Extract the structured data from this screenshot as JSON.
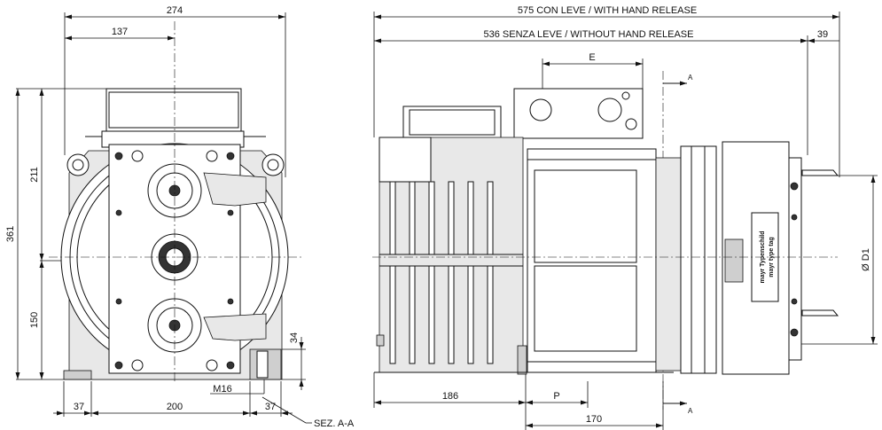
{
  "dimensions": {
    "front_width": "274",
    "front_half_width": "137",
    "front_height": "361",
    "upper_height": "211",
    "lower_height": "150",
    "foot_height": "34",
    "bolt_thread": "M16",
    "foot_left": "37",
    "foot_spacing": "200",
    "foot_right": "37",
    "length_with_release": "575 CON LEVE / WITH HAND RELEASE",
    "length_without_release": "536 SENZA LEVE / WITHOUT HAND RELEASE",
    "lever_extension": "39",
    "dim_e": "E",
    "dim_p": "P",
    "side_base": "186",
    "base_length": "170",
    "brake_diameter": "Ø D1"
  },
  "labels": {
    "section_ref": "SEZ. A-A",
    "section_mark_top": "A",
    "section_mark_bottom": "A",
    "type_tag_line1": "mayr Typenschild",
    "type_tag_line2": "mayr type tag"
  }
}
